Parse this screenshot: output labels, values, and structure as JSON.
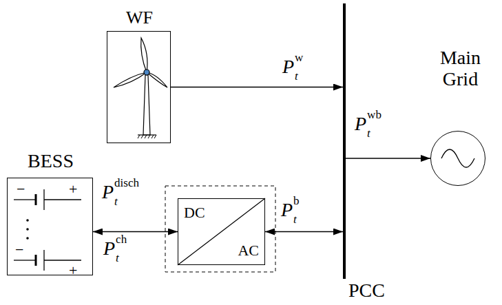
{
  "diagram": {
    "nodes": [
      {
        "text": [
          "WF"
        ]
      },
      {
        "text": [
          "Main Grid"
        ]
      },
      {
        "text": [
          "BESS"
        ]
      },
      {
        "text": [
          "DC",
          "AC"
        ]
      },
      {
        "text": [
          "PCC"
        ]
      }
    ],
    "edges": [
      {
        "from": 0,
        "to": 4,
        "arrow": "to",
        "label": "P"
      },
      {
        "from": 4,
        "to": 1,
        "arrow": "to",
        "label": "P"
      },
      {
        "from": 2,
        "to": 3,
        "arrow": "both",
        "label": "P"
      },
      {
        "from": 3,
        "to": 4,
        "arrow": "both",
        "label": "P"
      }
    ],
    "labels": [
      "w",
      "t",
      "wb",
      "t",
      "disch",
      "t",
      "P",
      "ch",
      "t",
      "b",
      "t",
      "−",
      "+",
      "−",
      "+"
    ]
  }
}
